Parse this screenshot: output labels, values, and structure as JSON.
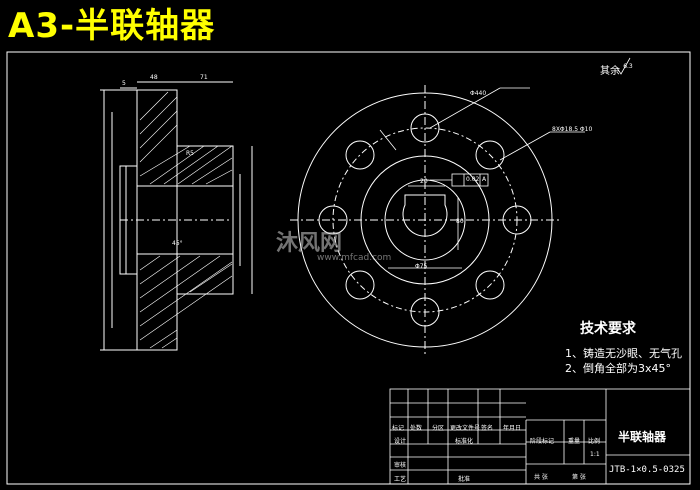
{
  "title": "A3-半联轴器",
  "roughness_note": "其余",
  "roughness_value": "6.3",
  "technical_requirements": {
    "heading": "技术要求",
    "items": [
      "1、铸造无沙眼、无气孔",
      "2、倒角全部为3x45°"
    ]
  },
  "title_block": {
    "part_name": "半联轴器",
    "drawing_code": "JTB-1×0.5-0325",
    "scale": "1:1",
    "labels": {
      "mark": "标记",
      "count": "处数",
      "zone": "分区",
      "change_doc": "更改文件号",
      "signature": "签名",
      "date": "年月日",
      "design": "设计",
      "standardize": "标准化",
      "stage_mark": "阶段标记",
      "weight": "重量",
      "ratio": "比例",
      "review": "审核",
      "process": "工艺",
      "approve": "批准",
      "sheets_total": "共 张",
      "sheet_no": "第 张"
    }
  },
  "dimensions": {
    "d48": "48",
    "d71": "71",
    "d5": "5",
    "pcd": "Φ440",
    "hole": "8XΦ18.5 Φ10",
    "chamfer": "R5",
    "angle": "45°",
    "flatness": "0.02",
    "datum": "A",
    "keyway": "20",
    "bore": "Φ75",
    "key_h": "80"
  },
  "watermark": {
    "text": "沐风网",
    "url": "www.mfcad.com"
  }
}
